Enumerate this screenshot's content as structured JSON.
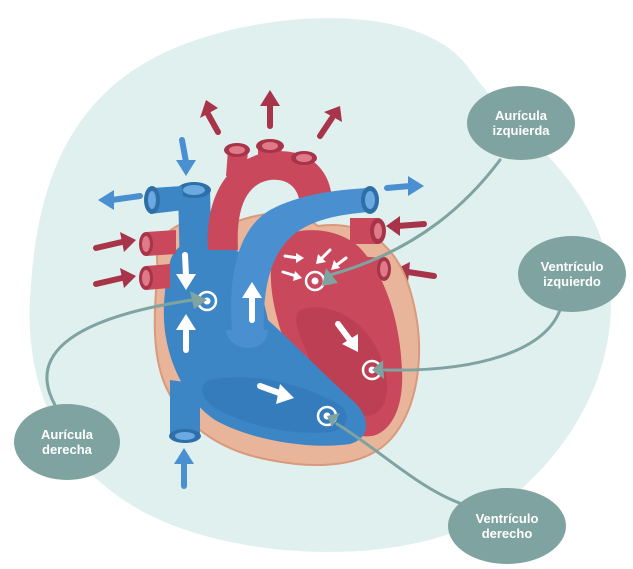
{
  "labels": {
    "left_atrium": [
      "Aurícula",
      "izquierda"
    ],
    "left_ventricle": [
      "Ventrículo",
      "izquierdo"
    ],
    "right_atrium": [
      "Aurícula",
      "derecha"
    ],
    "right_ventricle": [
      "Ventrículo",
      "derecho"
    ]
  },
  "colors": {
    "backdrop": "#dff0ef",
    "label_bubble": "#7fa3a0",
    "pointer_line": "#7fa3a0",
    "oxygen_poor_blood": "#3d86c6",
    "oxygen_rich_blood": "#c9485b",
    "heart_wall": "#e8b59a",
    "arrow_blue": "#4a90d0",
    "arrow_red": "#a8344a"
  }
}
